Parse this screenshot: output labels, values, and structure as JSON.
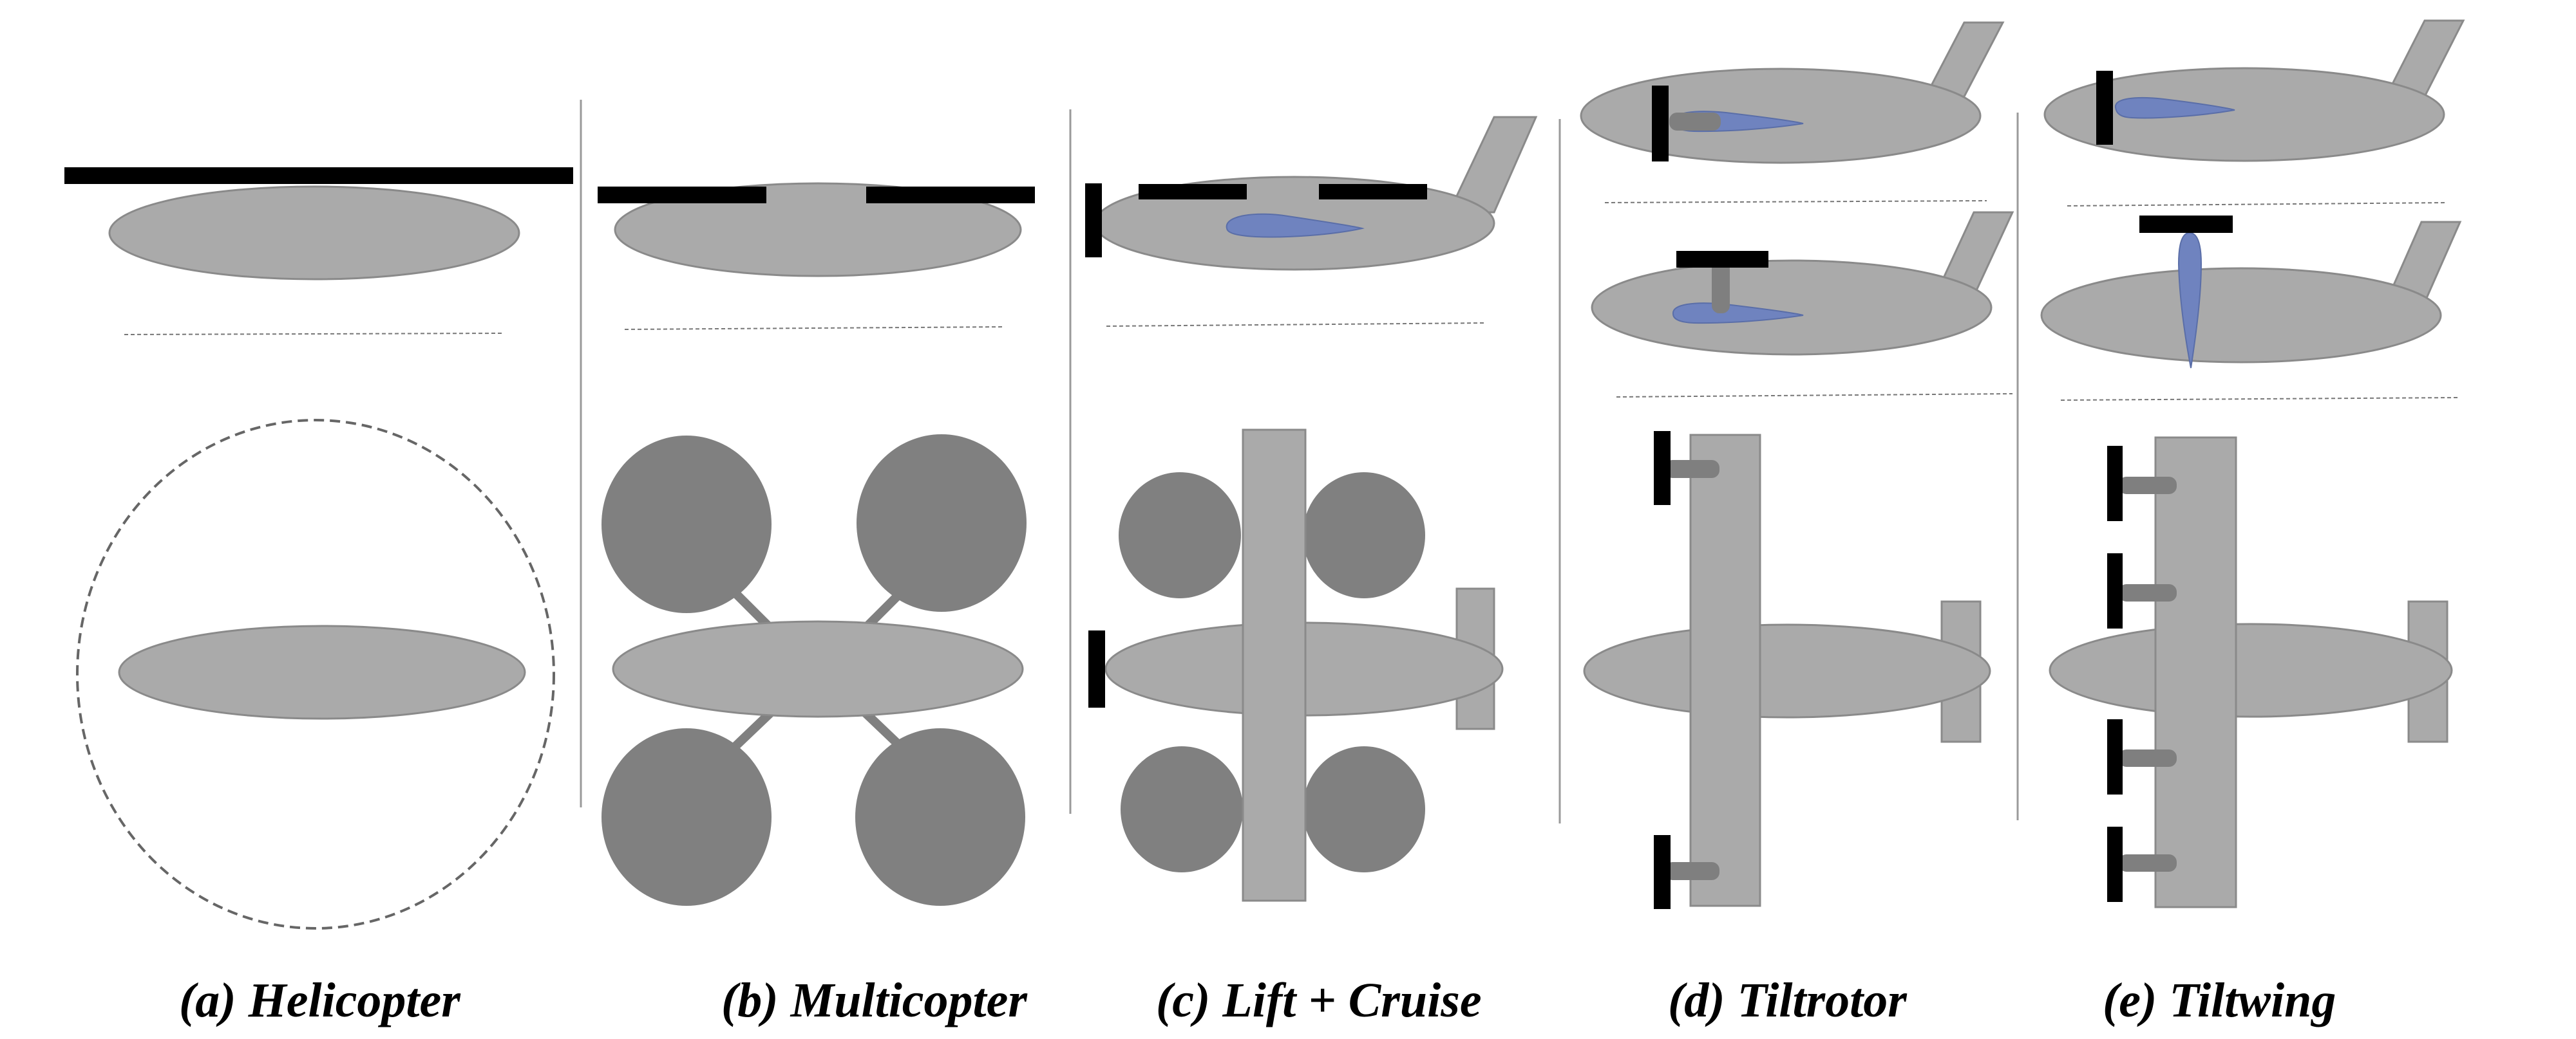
{
  "panels": [
    {
      "id": "a",
      "label": "(a)  Helicopter"
    },
    {
      "id": "b",
      "label": "(b) Multicopter"
    },
    {
      "id": "c",
      "label": "(c) Lift + Cruise"
    },
    {
      "id": "d",
      "label": "(d) Tiltrotor"
    },
    {
      "id": "e",
      "label": "(e) Tiltwing"
    }
  ],
  "colors": {
    "fuselage": "#aaaaaa",
    "rotor_disc": "#808080",
    "rotor_blade": "#000000",
    "airfoil": "#6f83bf",
    "nacelle": "#7f7f7f",
    "outline": "#8a8a8a",
    "divider": "#9a9a9a"
  }
}
